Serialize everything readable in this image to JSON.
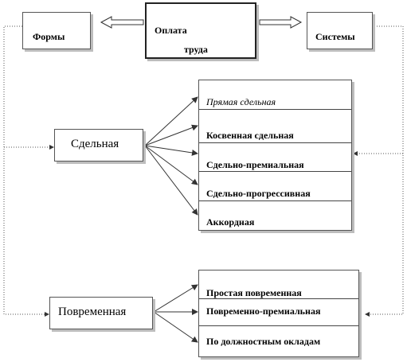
{
  "top": {
    "left_label": "Формы",
    "center_line1": "Оплата",
    "center_line2": "труда",
    "right_label": "Системы"
  },
  "piece": {
    "label": "Сдельная",
    "systems": [
      {
        "label": "Прямая сдельная",
        "style": "italic"
      },
      {
        "label": "Косвенная сдельная",
        "style": "bold"
      },
      {
        "label": "Сдельно-премиальная",
        "style": "bold"
      },
      {
        "label": "Сдельно-прогрессивная",
        "style": "bold"
      },
      {
        "label": "Аккордная",
        "style": "bold"
      }
    ]
  },
  "time": {
    "label": "Повременная",
    "systems": [
      {
        "label": "Простая повременная",
        "style": "bold"
      },
      {
        "label": "Повременно-премиальная",
        "style": "bold"
      },
      {
        "label": "По должностным окладам",
        "style": "bold"
      }
    ]
  },
  "colors": {
    "line": "#333333",
    "dotted": "#555555",
    "shadow": "#bdbdbd"
  }
}
